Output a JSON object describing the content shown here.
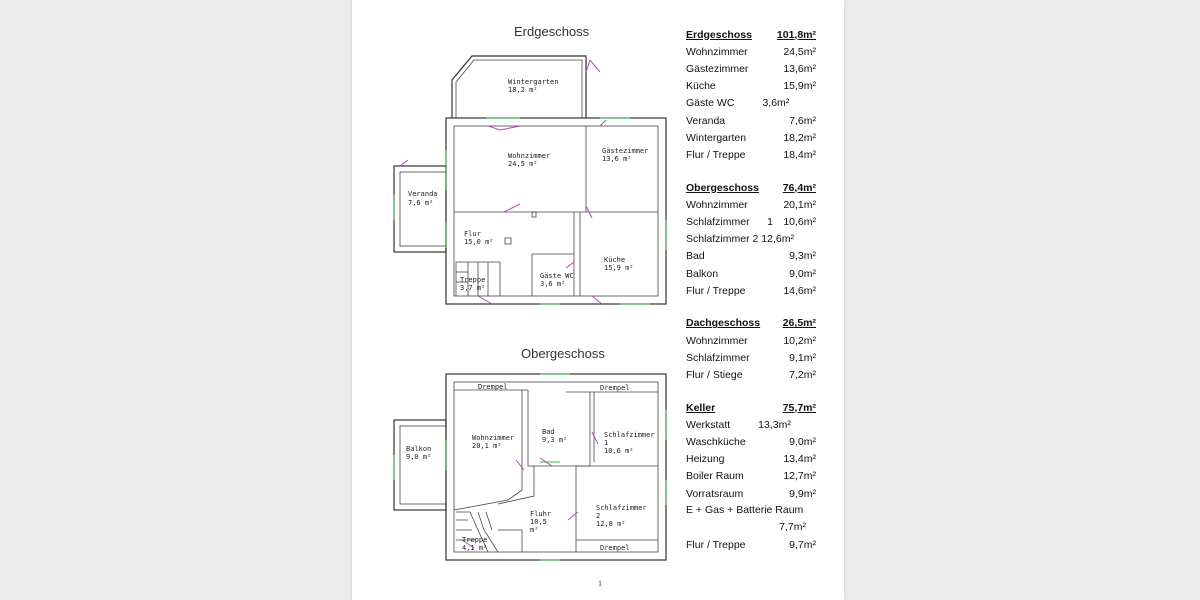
{
  "plans": {
    "ground": {
      "title": "Erdgeschoss",
      "rooms": [
        {
          "name": "Wintergarten",
          "area": "18,2 m²"
        },
        {
          "name": "Wohnzimmer",
          "area": "24,5 m²"
        },
        {
          "name": "Gästezimmer",
          "area": "13,6 m²"
        },
        {
          "name": "Veranda",
          "area": "7,6 m²"
        },
        {
          "name": "Flur",
          "area": "15,0 m²"
        },
        {
          "name": "Küche",
          "area": "15,9 m²"
        },
        {
          "name": "Gäste WC",
          "area": "3,6 m²"
        },
        {
          "name": "Treppe",
          "area": "3,7 m²"
        }
      ]
    },
    "upper": {
      "title": "Obergeschoss",
      "drempel": "Drempel",
      "rooms": [
        {
          "name": "Wohnzimmer",
          "area": "20,1 m²"
        },
        {
          "name": "Bad",
          "area": "9,3 m²"
        },
        {
          "name": "Schlafzimmer",
          "num": "1",
          "area": "10,6 m²"
        },
        {
          "name": "Balkon",
          "area": "9,0 m²"
        },
        {
          "name": "Fluhr",
          "area1": "10,5",
          "area2": "m²"
        },
        {
          "name": "Schlafzimmer",
          "num": "2",
          "area": "12,8 m²"
        },
        {
          "name": "Treppe",
          "area": "4,1 m²"
        }
      ]
    }
  },
  "sections": [
    {
      "title": "Erdgeschoss",
      "total": "101,8m²",
      "rows": [
        {
          "name": "Wohnzimmer",
          "value": "24,5m²"
        },
        {
          "name": "Gästezimmer",
          "value": "13,6m²"
        },
        {
          "name": "Küche",
          "value": "15,9m²"
        },
        {
          "name": "Gäste WC",
          "value": "3,6m²",
          "short": true
        },
        {
          "name": "Veranda",
          "value": "7,6m²"
        },
        {
          "name": "Wintergarten",
          "value": "18,2m²"
        },
        {
          "name": "Flur / Treppe",
          "value": "18,4m²"
        }
      ]
    },
    {
      "title": "Obergeschoss",
      "total": "76,4m²",
      "rows": [
        {
          "name": "Wohnzimmer",
          "value": "20,1m²"
        },
        {
          "name": "Schlafzimmer      1",
          "value": "10,6m²"
        },
        {
          "name": "Schlafzimmer 2 12,6m²",
          "value": ""
        },
        {
          "name": "Bad",
          "value": "9,3m²"
        },
        {
          "name": "Balkon",
          "value": "9,0m²"
        },
        {
          "name": "Flur / Treppe",
          "value": "14,6m²"
        }
      ]
    },
    {
      "title": "Dachgeschoss",
      "total": "26,5m²",
      "rows": [
        {
          "name": "Wohnzimmer",
          "value": "10,2m²"
        },
        {
          "name": "Schlafzimmer",
          "value": "9,1m²"
        },
        {
          "name": "Flur / Stiege",
          "value": "7,2m²"
        }
      ]
    },
    {
      "title": "Keller",
      "total": "75,7m²",
      "rows": [
        {
          "name": "Werkstatt",
          "value": "13,3m²",
          "short": true
        },
        {
          "name": "Waschküche",
          "value": "9,0m²"
        },
        {
          "name": "Heizung",
          "value": "13,4m²"
        },
        {
          "name": "Boiler Raum",
          "value": "12,7m²"
        },
        {
          "name": "Vorratsraum",
          "value": "9,9m²"
        },
        {
          "name": "E + Gas + Batterie Raum",
          "value": "7,7m²",
          "wrap": true
        },
        {
          "name": "Flur / Treppe",
          "value": "9,7m²"
        }
      ]
    }
  ],
  "page_number": "1"
}
